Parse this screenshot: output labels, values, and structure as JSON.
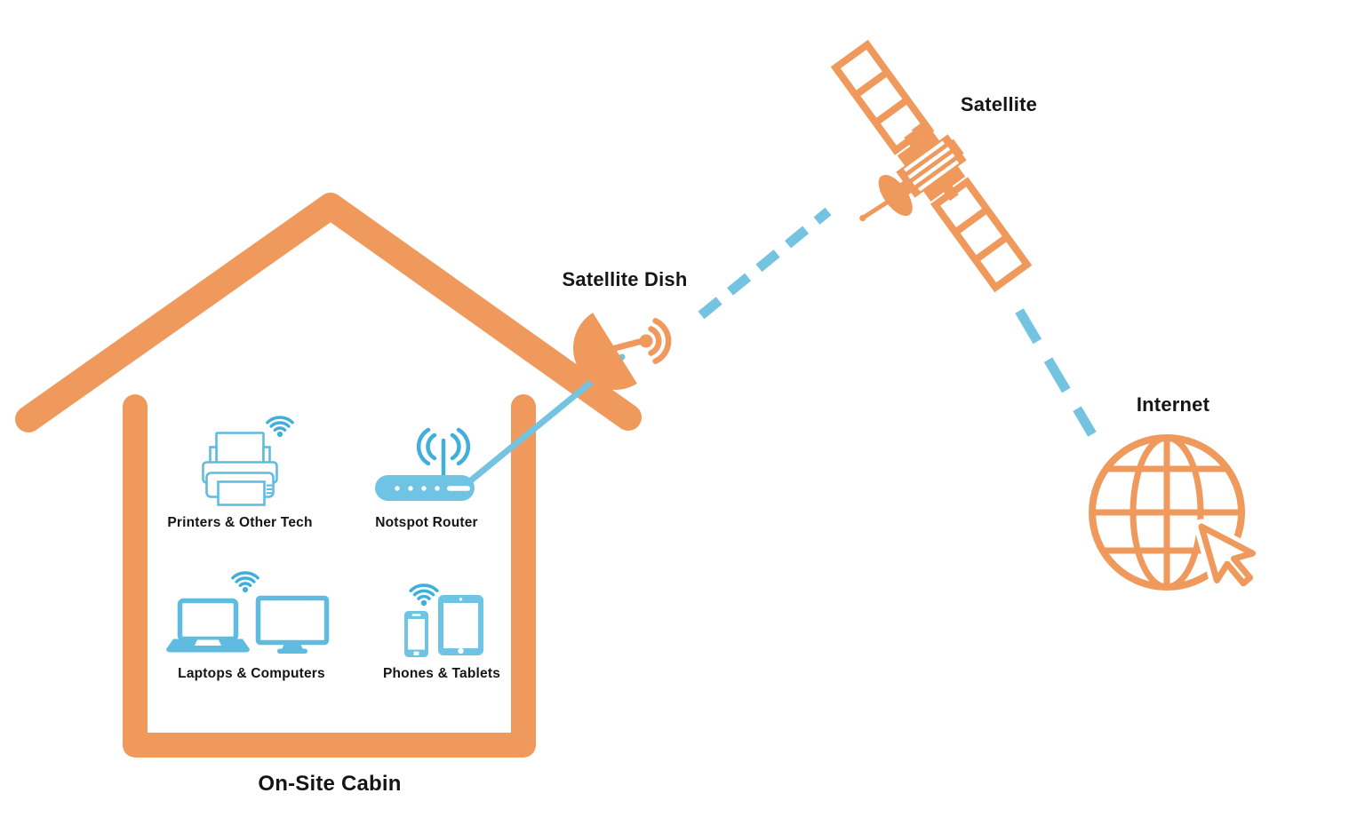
{
  "labels": {
    "satellite": "Satellite",
    "satellite_dish": "Satellite Dish",
    "internet": "Internet",
    "cabin": "On-Site Cabin",
    "printers": "Printers & Other Tech",
    "router": "Notspot Router",
    "laptops": "Laptops & Computers",
    "phones": "Phones & Tablets"
  },
  "colors": {
    "orange": "#EF9A5C",
    "link_blue": "#73C3E1",
    "device_blue": "#6FC4E3",
    "outline_blue": "#5FBCE0",
    "wifi_blue": "#41AFDB",
    "text": "#151515"
  },
  "icons": [
    "house-outline-icon",
    "satellite-dish-icon",
    "satellite-icon",
    "internet-globe-icon",
    "cursor-icon",
    "printer-icon",
    "router-icon",
    "laptop-icon",
    "monitor-icon",
    "phone-icon",
    "tablet-icon",
    "wifi-icon"
  ],
  "connections": [
    {
      "from": "Notspot Router",
      "to": "Satellite Dish",
      "style": "solid"
    },
    {
      "from": "Satellite Dish",
      "to": "Satellite",
      "style": "dashed"
    },
    {
      "from": "Satellite",
      "to": "Internet",
      "style": "dashed"
    }
  ]
}
